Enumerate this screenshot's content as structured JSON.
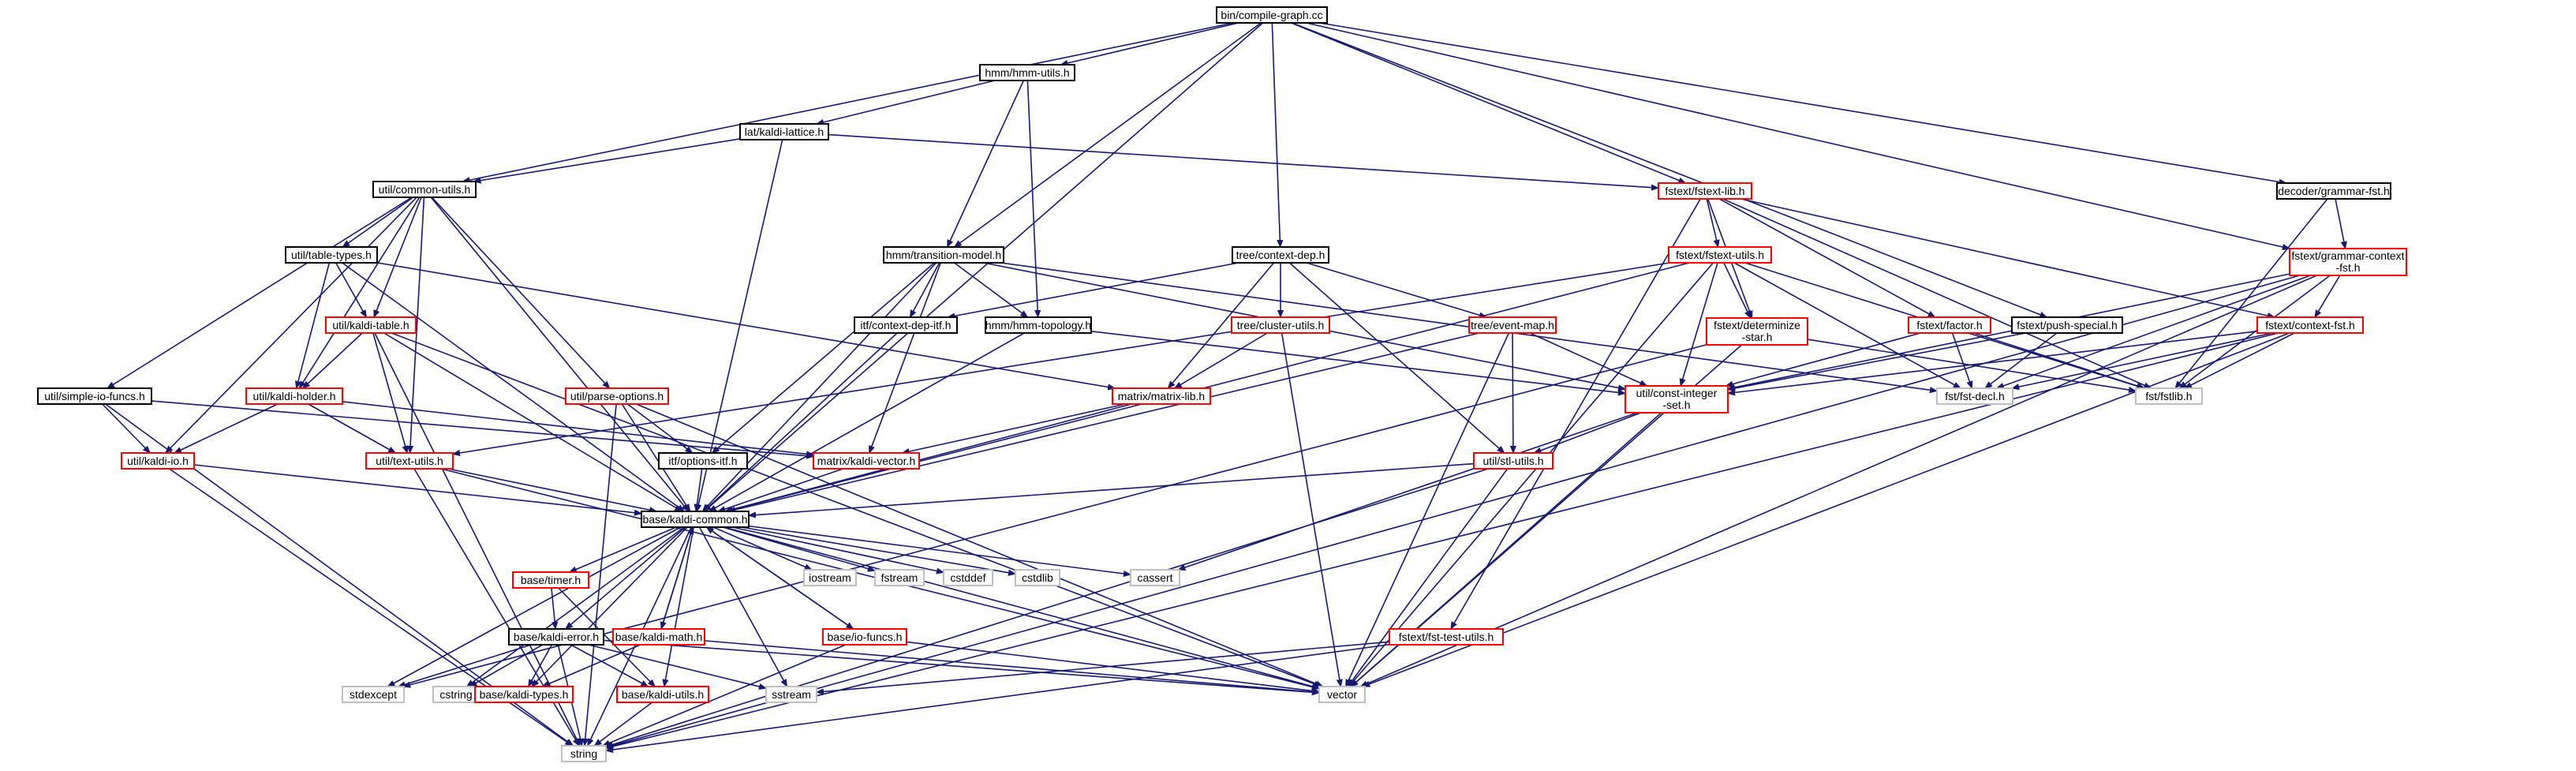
{
  "colors": {
    "edge": "#191970",
    "root_fill": "#bfbfbf",
    "root_stroke": "#000000",
    "border_black": "#000000",
    "border_red": "#ff0000",
    "border_gray": "#bfbfbf"
  },
  "nodes": [
    {
      "id": "compile",
      "label": "bin/compile-graph.cc",
      "style": "root"
    },
    {
      "id": "hmmutils",
      "label": "hmm/hmm-utils.h",
      "style": "black"
    },
    {
      "id": "lattice",
      "label": "lat/kaldi-lattice.h",
      "style": "black"
    },
    {
      "id": "commonutils",
      "label": "util/common-utils.h",
      "style": "black"
    },
    {
      "id": "fstextlib",
      "label": "fstext/fstext-lib.h",
      "style": "red"
    },
    {
      "id": "grammarfst",
      "label": "decoder/grammar-fst.h",
      "style": "black"
    },
    {
      "id": "tabletypes",
      "label": "util/table-types.h",
      "style": "black"
    },
    {
      "id": "transmodel",
      "label": "hmm/transition-model.h",
      "style": "black"
    },
    {
      "id": "contextdep",
      "label": "tree/context-dep.h",
      "style": "black"
    },
    {
      "id": "fstextutils",
      "label": "fstext/fstext-utils.h",
      "style": "red"
    },
    {
      "id": "grammarctx",
      "label": "fstext/grammar-context\n-fst.h",
      "style": "red"
    },
    {
      "id": "kalditable",
      "label": "util/kaldi-table.h",
      "style": "red"
    },
    {
      "id": "ctxdepitf",
      "label": "itf/context-dep-itf.h",
      "style": "black"
    },
    {
      "id": "hmmtopo",
      "label": "hmm/hmm-topology.h",
      "style": "black"
    },
    {
      "id": "clusterutils",
      "label": "tree/cluster-utils.h",
      "style": "red"
    },
    {
      "id": "eventmap",
      "label": "tree/event-map.h",
      "style": "red"
    },
    {
      "id": "determinize",
      "label": "fstext/determinize\n-star.h",
      "style": "red"
    },
    {
      "id": "factor",
      "label": "fstext/factor.h",
      "style": "red"
    },
    {
      "id": "pushspecial",
      "label": "fstext/push-special.h",
      "style": "black"
    },
    {
      "id": "contextfst",
      "label": "fstext/context-fst.h",
      "style": "red"
    },
    {
      "id": "simpleio",
      "label": "util/simple-io-funcs.h",
      "style": "black"
    },
    {
      "id": "kaldiholder",
      "label": "util/kaldi-holder.h",
      "style": "red"
    },
    {
      "id": "parseoptions",
      "label": "util/parse-options.h",
      "style": "red"
    },
    {
      "id": "matrixlib",
      "label": "matrix/matrix-lib.h",
      "style": "red"
    },
    {
      "id": "constint",
      "label": "util/const-integer\n-set.h",
      "style": "red"
    },
    {
      "id": "fstdecl",
      "label": "fst/fst-decl.h",
      "style": "gray"
    },
    {
      "id": "fstlib",
      "label": "fst/fstlib.h",
      "style": "gray"
    },
    {
      "id": "kaldiio",
      "label": "util/kaldi-io.h",
      "style": "red"
    },
    {
      "id": "textutils",
      "label": "util/text-utils.h",
      "style": "red"
    },
    {
      "id": "optionsitf",
      "label": "itf/options-itf.h",
      "style": "black"
    },
    {
      "id": "kaldivector",
      "label": "matrix/kaldi-vector.h",
      "style": "red"
    },
    {
      "id": "stlutils",
      "label": "util/stl-utils.h",
      "style": "red"
    },
    {
      "id": "kaldicommon",
      "label": "base/kaldi-common.h",
      "style": "black"
    },
    {
      "id": "iostream",
      "label": "iostream",
      "style": "gray"
    },
    {
      "id": "fstream",
      "label": "fstream",
      "style": "gray"
    },
    {
      "id": "cstddef",
      "label": "cstddef",
      "style": "gray"
    },
    {
      "id": "cstdlib",
      "label": "cstdlib",
      "style": "gray"
    },
    {
      "id": "cassert",
      "label": "cassert",
      "style": "gray"
    },
    {
      "id": "timer",
      "label": "base/timer.h",
      "style": "red"
    },
    {
      "id": "kaldierror",
      "label": "base/kaldi-error.h",
      "style": "black"
    },
    {
      "id": "kaldimath",
      "label": "base/kaldi-math.h",
      "style": "red"
    },
    {
      "id": "iofuncs",
      "label": "base/io-funcs.h",
      "style": "red"
    },
    {
      "id": "fsttestutils",
      "label": "fstext/fst-test-utils.h",
      "style": "red"
    },
    {
      "id": "stdexcept",
      "label": "stdexcept",
      "style": "gray"
    },
    {
      "id": "cstring",
      "label": "cstring",
      "style": "gray"
    },
    {
      "id": "kalditypes",
      "label": "base/kaldi-types.h",
      "style": "red"
    },
    {
      "id": "kaldiutils",
      "label": "base/kaldi-utils.h",
      "style": "red"
    },
    {
      "id": "sstream",
      "label": "sstream",
      "style": "gray"
    },
    {
      "id": "vector",
      "label": "vector",
      "style": "gray"
    },
    {
      "id": "string",
      "label": "string",
      "style": "gray"
    }
  ],
  "edges": [
    [
      "compile",
      "hmmutils"
    ],
    [
      "compile",
      "commonutils"
    ],
    [
      "compile",
      "fstextlib"
    ],
    [
      "compile",
      "grammarfst"
    ],
    [
      "compile",
      "transmodel"
    ],
    [
      "compile",
      "contextdep"
    ],
    [
      "compile",
      "pushspecial"
    ],
    [
      "compile",
      "kaldicommon"
    ],
    [
      "compile",
      "grammarctx"
    ],
    [
      "hmmutils",
      "lattice"
    ],
    [
      "hmmutils",
      "transmodel"
    ],
    [
      "hmmutils",
      "hmmtopo"
    ],
    [
      "lattice",
      "commonutils"
    ],
    [
      "lattice",
      "fstextlib"
    ],
    [
      "lattice",
      "kaldicommon"
    ],
    [
      "commonutils",
      "tabletypes"
    ],
    [
      "commonutils",
      "kalditable"
    ],
    [
      "commonutils",
      "simpleio"
    ],
    [
      "commonutils",
      "kaldiholder"
    ],
    [
      "commonutils",
      "parseoptions"
    ],
    [
      "commonutils",
      "textutils"
    ],
    [
      "commonutils",
      "kaldiio"
    ],
    [
      "commonutils",
      "kaldicommon"
    ],
    [
      "fstextlib",
      "fstextutils"
    ],
    [
      "fstextlib",
      "determinize"
    ],
    [
      "fstextlib",
      "factor"
    ],
    [
      "fstextlib",
      "contextfst"
    ],
    [
      "fstextlib",
      "fstlib"
    ],
    [
      "fstextlib",
      "fsttestutils"
    ],
    [
      "grammarfst",
      "grammarctx"
    ],
    [
      "grammarfst",
      "fstlib"
    ],
    [
      "tabletypes",
      "kalditable"
    ],
    [
      "tabletypes",
      "kaldiholder"
    ],
    [
      "tabletypes",
      "matrixlib"
    ],
    [
      "tabletypes",
      "kaldicommon"
    ],
    [
      "transmodel",
      "ctxdepitf"
    ],
    [
      "transmodel",
      "hmmtopo"
    ],
    [
      "transmodel",
      "kaldivector"
    ],
    [
      "transmodel",
      "optionsitf"
    ],
    [
      "transmodel",
      "kaldicommon"
    ],
    [
      "transmodel",
      "constint"
    ],
    [
      "transmodel",
      "fstdecl"
    ],
    [
      "contextdep",
      "ctxdepitf"
    ],
    [
      "contextdep",
      "clusterutils"
    ],
    [
      "contextdep",
      "eventmap"
    ],
    [
      "contextdep",
      "matrixlib"
    ],
    [
      "contextdep",
      "stlutils"
    ],
    [
      "fstextutils",
      "determinize"
    ],
    [
      "fstextutils",
      "fstdecl"
    ],
    [
      "fstextutils",
      "fstlib"
    ],
    [
      "fstextutils",
      "kaldicommon"
    ],
    [
      "fstextutils",
      "vector"
    ],
    [
      "fstextutils",
      "textutils"
    ],
    [
      "fstextutils",
      "constint"
    ],
    [
      "grammarctx",
      "contextfst"
    ],
    [
      "grammarctx",
      "constint"
    ],
    [
      "grammarctx",
      "fstlib"
    ],
    [
      "grammarctx",
      "fstdecl"
    ],
    [
      "grammarctx",
      "vector"
    ],
    [
      "grammarctx",
      "string"
    ],
    [
      "kalditable",
      "kaldiholder"
    ],
    [
      "kalditable",
      "textutils"
    ],
    [
      "kalditable",
      "kaldicommon"
    ],
    [
      "kalditable",
      "vector"
    ],
    [
      "kalditable",
      "string"
    ],
    [
      "ctxdepitf",
      "kaldicommon"
    ],
    [
      "hmmtopo",
      "kaldicommon"
    ],
    [
      "hmmtopo",
      "constint"
    ],
    [
      "clusterutils",
      "matrixlib"
    ],
    [
      "clusterutils",
      "vector"
    ],
    [
      "eventmap",
      "constint"
    ],
    [
      "eventmap",
      "stlutils"
    ],
    [
      "eventmap",
      "kaldicommon"
    ],
    [
      "eventmap",
      "vector"
    ],
    [
      "determinize",
      "fstlib"
    ],
    [
      "determinize",
      "vector"
    ],
    [
      "determinize",
      "stdexcept"
    ],
    [
      "factor",
      "fstdecl"
    ],
    [
      "factor",
      "fstlib"
    ],
    [
      "factor",
      "constint"
    ],
    [
      "pushspecial",
      "fstdecl"
    ],
    [
      "pushspecial",
      "constint"
    ],
    [
      "contextfst",
      "fstdecl"
    ],
    [
      "contextfst",
      "fstlib"
    ],
    [
      "contextfst",
      "constint"
    ],
    [
      "contextfst",
      "vector"
    ],
    [
      "contextfst",
      "string"
    ],
    [
      "simpleio",
      "kaldiio"
    ],
    [
      "simpleio",
      "kaldivector"
    ],
    [
      "simpleio",
      "string"
    ],
    [
      "kaldiholder",
      "kaldiio"
    ],
    [
      "kaldiholder",
      "textutils"
    ],
    [
      "kaldiholder",
      "kaldivector"
    ],
    [
      "parseoptions",
      "optionsitf"
    ],
    [
      "parseoptions",
      "kaldicommon"
    ],
    [
      "parseoptions",
      "string"
    ],
    [
      "parseoptions",
      "vector"
    ],
    [
      "matrixlib",
      "kaldivector"
    ],
    [
      "matrixlib",
      "kaldicommon"
    ],
    [
      "constint",
      "stlutils"
    ],
    [
      "constint",
      "vector"
    ],
    [
      "constint",
      "cassert"
    ],
    [
      "kaldiio",
      "kaldicommon"
    ],
    [
      "kaldiio",
      "string"
    ],
    [
      "textutils",
      "kaldicommon"
    ],
    [
      "textutils",
      "string"
    ],
    [
      "textutils",
      "vector"
    ],
    [
      "optionsitf",
      "kaldicommon"
    ],
    [
      "kaldivector",
      "kaldicommon"
    ],
    [
      "stlutils",
      "kaldicommon"
    ],
    [
      "stlutils",
      "vector"
    ],
    [
      "stlutils",
      "string"
    ],
    [
      "kaldicommon",
      "iostream"
    ],
    [
      "kaldicommon",
      "fstream"
    ],
    [
      "kaldicommon",
      "cstddef"
    ],
    [
      "kaldicommon",
      "cstdlib"
    ],
    [
      "kaldicommon",
      "cassert"
    ],
    [
      "kaldicommon",
      "timer"
    ],
    [
      "kaldicommon",
      "kaldierror"
    ],
    [
      "kaldicommon",
      "kaldimath"
    ],
    [
      "kaldicommon",
      "iofuncs"
    ],
    [
      "kaldicommon",
      "stdexcept"
    ],
    [
      "kaldicommon",
      "cstring"
    ],
    [
      "kaldicommon",
      "kalditypes"
    ],
    [
      "kaldicommon",
      "kaldiutils"
    ],
    [
      "kaldicommon",
      "sstream"
    ],
    [
      "kaldicommon",
      "vector"
    ],
    [
      "kaldicommon",
      "string"
    ],
    [
      "timer",
      "kaldierror"
    ],
    [
      "timer",
      "kaldiutils"
    ],
    [
      "kaldierror",
      "stdexcept"
    ],
    [
      "kaldierror",
      "cstring"
    ],
    [
      "kaldierror",
      "kalditypes"
    ],
    [
      "kaldierror",
      "kaldiutils"
    ],
    [
      "kaldierror",
      "sstream"
    ],
    [
      "kaldierror",
      "vector"
    ],
    [
      "kaldierror",
      "string"
    ],
    [
      "kaldimath",
      "kalditypes"
    ],
    [
      "kaldimath",
      "kaldicommon"
    ],
    [
      "kaldimath",
      "vector"
    ],
    [
      "iofuncs",
      "kaldicommon"
    ],
    [
      "iofuncs",
      "vector"
    ],
    [
      "iofuncs",
      "string"
    ],
    [
      "fsttestutils",
      "sstream"
    ],
    [
      "fsttestutils",
      "string"
    ],
    [
      "kaldiutils",
      "string"
    ]
  ]
}
